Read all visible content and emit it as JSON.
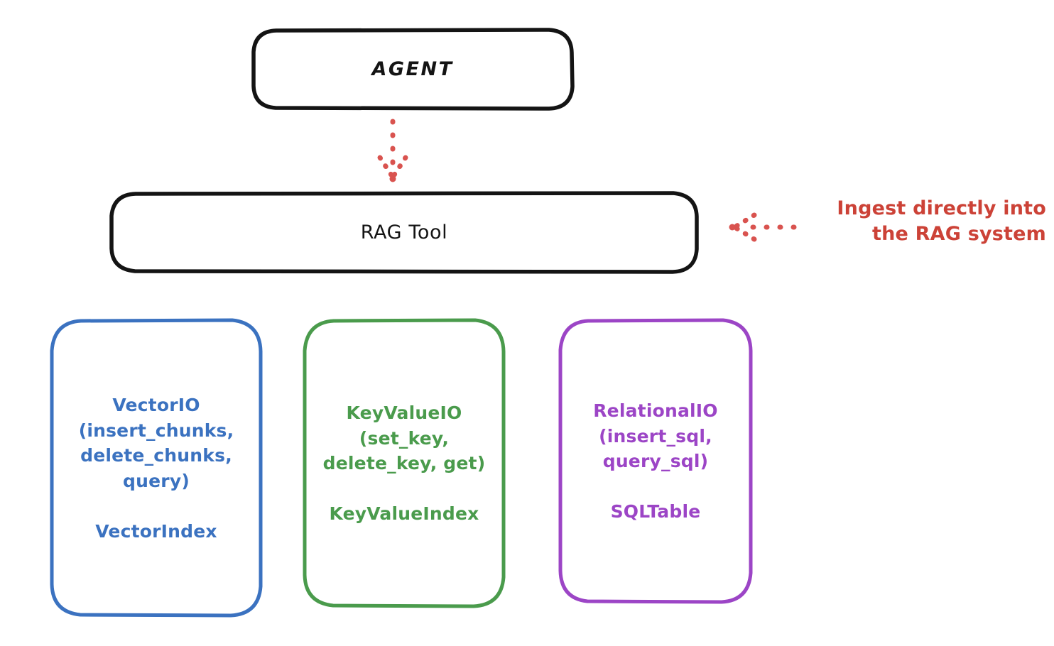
{
  "diagram": {
    "title_node": {
      "label": "AGENT"
    },
    "tool_node": {
      "label": "RAG Tool"
    },
    "providers": [
      {
        "id": "vectorio",
        "api_label": "VectorIO\n(insert_chunks,\ndelete_chunks,\nquery)",
        "index_label": "VectorIndex",
        "color": "#3b72c0"
      },
      {
        "id": "keyvalueio",
        "api_label": "KeyValueIO\n(set_key,\ndelete_key, get)",
        "index_label": "KeyValueIndex",
        "color": "#4a9b4c"
      },
      {
        "id": "relationalio",
        "api_label": "RelationalIO\n(insert_sql,\nquery_sql)",
        "index_label": "SQLTable",
        "color": "#9c45c6"
      }
    ],
    "annotation": {
      "text": "Ingest directly into\nthe RAG system",
      "color": "#cc4237"
    },
    "connectors": [
      {
        "id": "agent-to-ragtool",
        "style": "dotted-arrow",
        "direction": "down",
        "color": "#d9534f"
      },
      {
        "id": "annotation-to-ragtool",
        "style": "dotted-arrow",
        "direction": "left",
        "color": "#d9534f"
      }
    ],
    "colors": {
      "stroke_dark": "#141414",
      "blue": "#3b72c0",
      "green": "#4a9b4c",
      "purple": "#9c45c6",
      "red": "#cc4237",
      "background": "#ffffff"
    }
  }
}
